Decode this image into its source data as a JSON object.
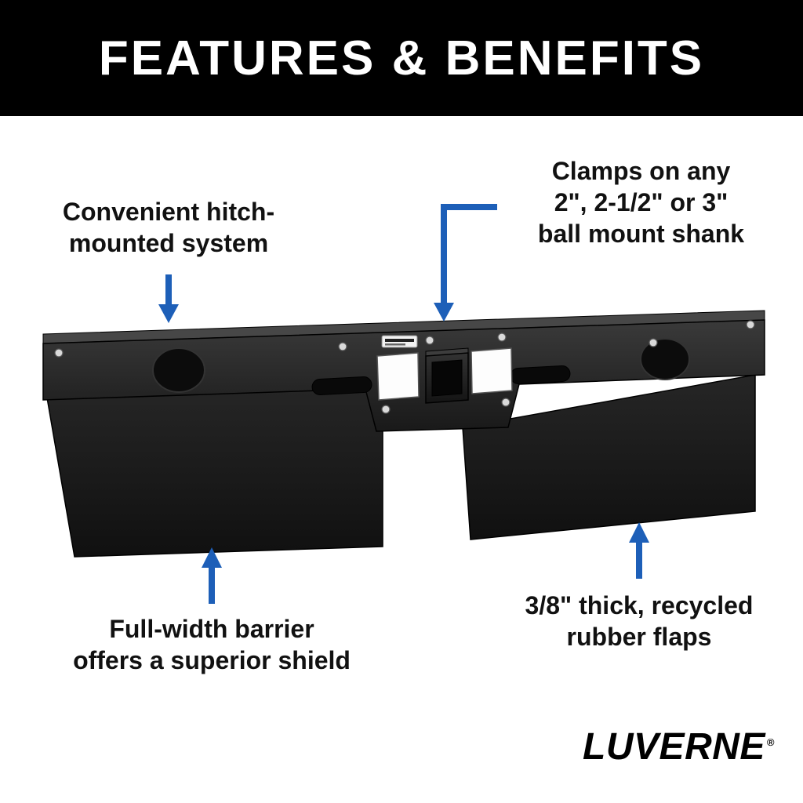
{
  "header": {
    "title": "FEATURES & BENEFITS"
  },
  "callouts": {
    "hitch": {
      "lines": [
        "Convenient hitch-",
        "mounted system"
      ]
    },
    "clamps": {
      "lines": [
        "Clamps on any",
        "2\", 2-1/2\" or 3\"",
        "ball mount shank"
      ]
    },
    "barrier": {
      "lines": [
        "Full-width barrier",
        "offers a superior shield"
      ]
    },
    "flaps": {
      "lines": [
        "3/8\" thick, recycled",
        "rubber flaps"
      ]
    }
  },
  "logo": {
    "text": "LUVERNE",
    "reg": "®"
  },
  "colors": {
    "accent-blue": "#1d5fb8",
    "header-bg": "#000000",
    "text": "#111111"
  }
}
